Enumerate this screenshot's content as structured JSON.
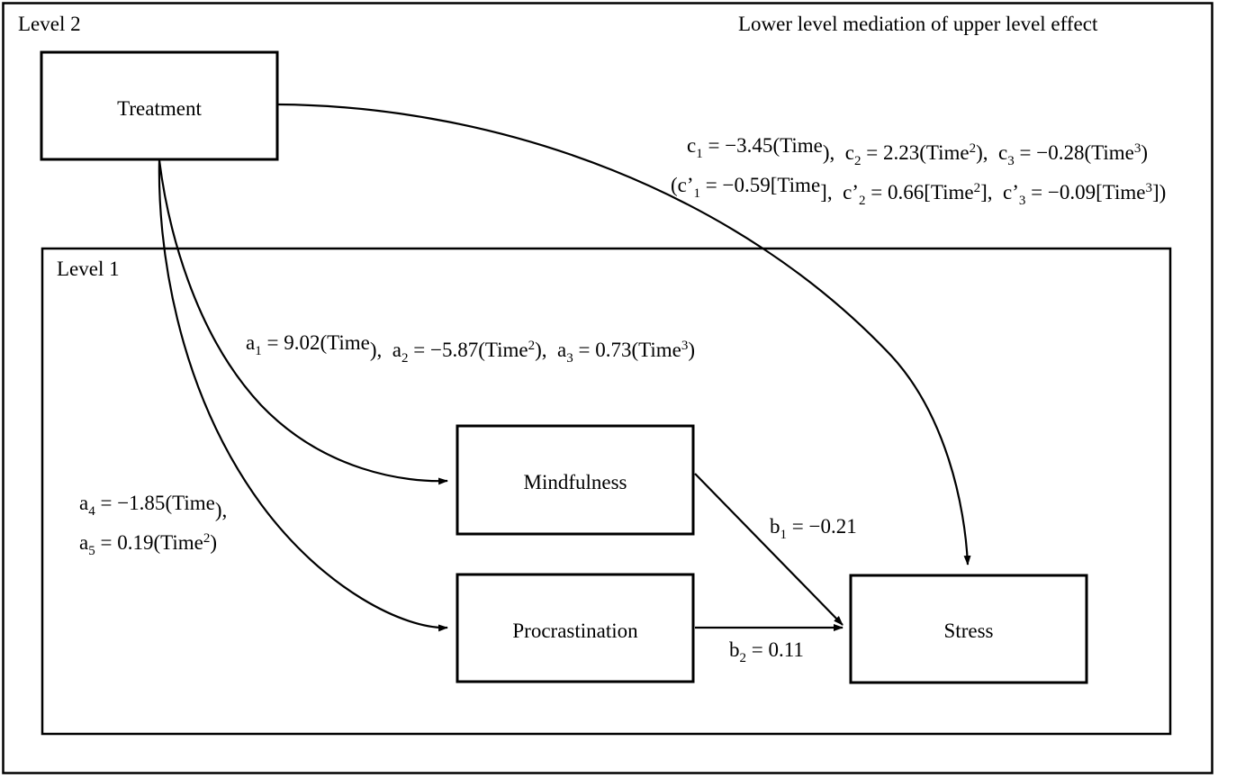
{
  "diagram": {
    "title": "Lower level mediation of upper level effect",
    "levels": [
      {
        "id": "level-2",
        "label": "Level 2"
      },
      {
        "id": "level-1",
        "label": "Level 1"
      }
    ],
    "nodes": [
      {
        "id": "treatment",
        "label": "Treatment"
      },
      {
        "id": "mindfulness",
        "label": "Mindfulness"
      },
      {
        "id": "procrastination",
        "label": "Procrastination"
      },
      {
        "id": "stress",
        "label": "Stress"
      }
    ],
    "paths": {
      "a_upper": {
        "from": "treatment",
        "to": "mindfulness",
        "terms": [
          {
            "coef": "a",
            "sub": "1",
            "eq": "=",
            "value": "9.02",
            "fn": "(Time)",
            "fn_base": "(Time",
            "fn_sup": "",
            "fn_close": ")",
            "sep": ","
          },
          {
            "coef": "a",
            "sub": "2",
            "eq": "=",
            "value": "−5.87",
            "fn": "(Time²)",
            "fn_base": "(Time",
            "fn_sup": "2",
            "fn_close": ")",
            "sep": ","
          },
          {
            "coef": "a",
            "sub": "3",
            "eq": "=",
            "value": "0.73",
            "fn": "(Time³)",
            "fn_base": "(Time",
            "fn_sup": "3",
            "fn_close": ")",
            "sep": ""
          }
        ]
      },
      "a_lower": {
        "from": "treatment",
        "to": "procrastination",
        "terms": [
          {
            "coef": "a",
            "sub": "4",
            "eq": "=",
            "value": "−1.85",
            "fn": "(Time)",
            "fn_base": "(Time",
            "fn_sup": "",
            "fn_close": ")",
            "sep": ","
          },
          {
            "coef": "a",
            "sub": "5",
            "eq": "=",
            "value": "0.19",
            "fn": "(Time²)",
            "fn_base": "(Time",
            "fn_sup": "2",
            "fn_close": ")",
            "sep": ""
          }
        ]
      },
      "b1": {
        "from": "mindfulness",
        "to": "stress",
        "coef": "b",
        "sub": "1",
        "eq": "=",
        "value": "−0.21"
      },
      "b2": {
        "from": "procrastination",
        "to": "stress",
        "coef": "b",
        "sub": "2",
        "eq": "=",
        "value": "0.11"
      },
      "c": {
        "from": "treatment",
        "to": "stress",
        "line_total": [
          {
            "coef": "c",
            "sub": "1",
            "eq": "=",
            "value": "−3.45",
            "fn_base": "(Time",
            "fn_sup": "",
            "fn_close": ")",
            "sep": ","
          },
          {
            "coef": "c",
            "sub": "2",
            "eq": "=",
            "value": "2.23",
            "fn_base": "(Time",
            "fn_sup": "2",
            "fn_close": ")",
            "sep": ","
          },
          {
            "coef": "c",
            "sub": "3",
            "eq": "=",
            "value": "−0.28",
            "fn_base": "(Time",
            "fn_sup": "3",
            "fn_close": ")",
            "sep": ""
          }
        ],
        "line_direct_open": "(",
        "line_direct_close": ")",
        "line_direct": [
          {
            "coef": "c’",
            "sub": "1",
            "eq": "=",
            "value": "−0.59",
            "fn_base": "[Time",
            "fn_sup": "",
            "fn_close": "]",
            "sep": ","
          },
          {
            "coef": "c’",
            "sub": "2",
            "eq": "=",
            "value": "0.66",
            "fn_base": "[Time",
            "fn_sup": "2",
            "fn_close": "]",
            "sep": ","
          },
          {
            "coef": "c’",
            "sub": "3",
            "eq": "=",
            "value": "−0.09",
            "fn_base": "[Time",
            "fn_sup": "3",
            "fn_close": "]",
            "sep": ""
          }
        ]
      }
    },
    "colors": {
      "stroke": "#000000",
      "background": "#ffffff"
    }
  }
}
